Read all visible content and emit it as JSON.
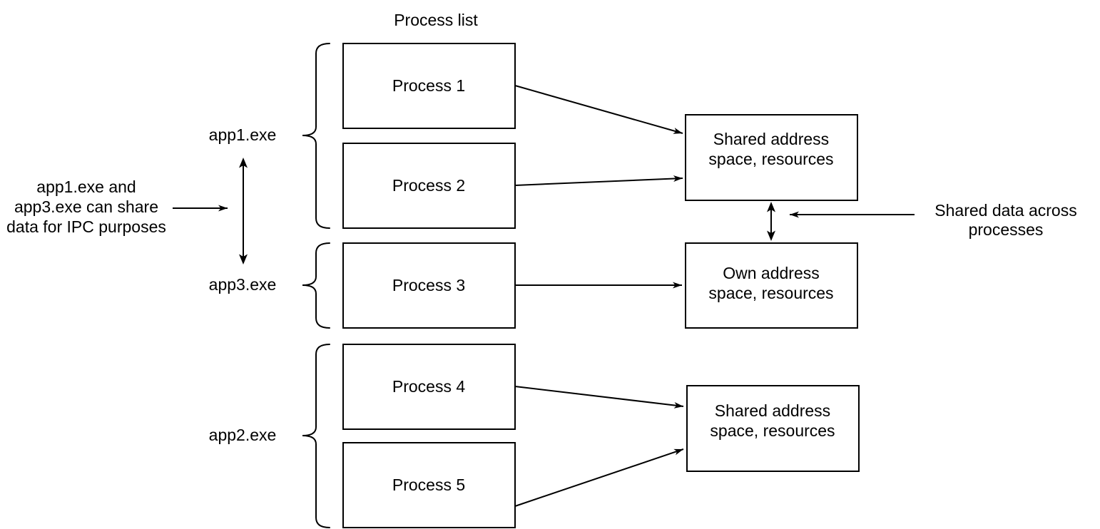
{
  "diagram": {
    "title": "Process list",
    "colors": {
      "background": "#ffffff",
      "stroke": "#000000",
      "text": "#000000"
    },
    "processes": [
      {
        "label": "Process 1"
      },
      {
        "label": "Process 2"
      },
      {
        "label": "Process 3"
      },
      {
        "label": "Process 4"
      },
      {
        "label": "Process 5"
      }
    ],
    "app_groups": [
      {
        "label": "app1.exe",
        "processes": [
          "Process 1",
          "Process 2"
        ]
      },
      {
        "label": "app3.exe",
        "processes": [
          "Process 3"
        ]
      },
      {
        "label": "app2.exe",
        "processes": [
          "Process 4",
          "Process 5"
        ]
      }
    ],
    "address_boxes": [
      {
        "id": "shared_address_1",
        "line1": "Shared address",
        "line2": "space, resources"
      },
      {
        "id": "own_address",
        "line1": "Own address",
        "line2": "space, resources"
      },
      {
        "id": "shared_address_2",
        "line1": "Shared address",
        "line2": "space, resources"
      }
    ],
    "connections": [
      {
        "from": "Process 1",
        "to": "shared_address_1",
        "bidirectional": false
      },
      {
        "from": "Process 2",
        "to": "shared_address_1",
        "bidirectional": false
      },
      {
        "from": "Process 3",
        "to": "own_address",
        "bidirectional": false
      },
      {
        "from": "Process 4",
        "to": "shared_address_2",
        "bidirectional": false
      },
      {
        "from": "Process 5",
        "to": "shared_address_2",
        "bidirectional": false
      },
      {
        "from": "shared_address_1",
        "to": "own_address",
        "bidirectional": true
      },
      {
        "from": "app1.exe",
        "to": "app3.exe",
        "bidirectional": true
      }
    ],
    "notes": {
      "ipc": {
        "line1": "app1.exe and",
        "line2": "app3.exe can share",
        "line3": "data for IPC purposes"
      },
      "shared_data": {
        "line1": "Shared data across",
        "line2": "processes"
      }
    }
  }
}
